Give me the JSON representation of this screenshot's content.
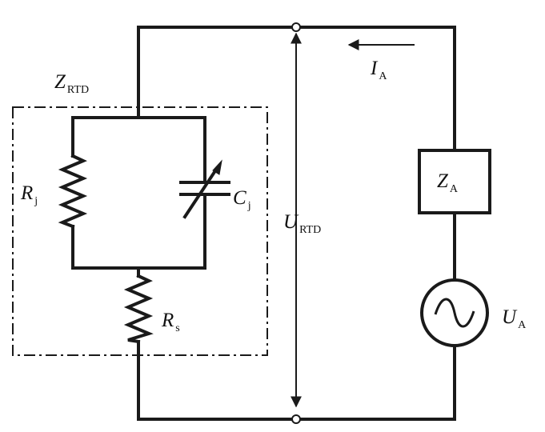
{
  "labels": {
    "z_rtd": {
      "main": "Z",
      "sub": "RTD"
    },
    "i_a": {
      "main": "I",
      "sub": "A"
    },
    "r_j": {
      "main": "R",
      "sub": "j"
    },
    "c_j": {
      "main": "C",
      "sub": "j"
    },
    "u_rtd": {
      "main": "U",
      "sub": "RTD"
    },
    "z_a": {
      "main": "Z",
      "sub": "A"
    },
    "r_s": {
      "main": "R",
      "sub": "s"
    },
    "u_a": {
      "main": "U",
      "sub": "A"
    }
  }
}
